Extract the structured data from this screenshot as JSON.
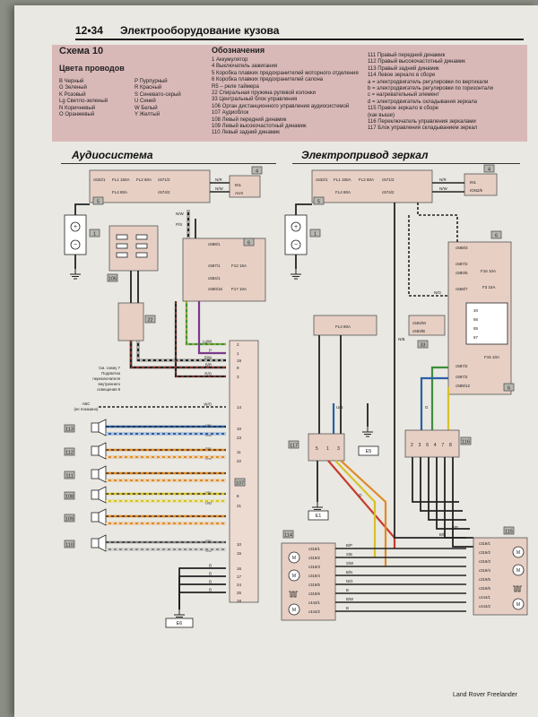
{
  "header": {
    "page_number": "12•34",
    "title": "Электрооборудование кузова"
  },
  "legend": {
    "scheme_title": "Схема 10",
    "wire_colors_title": "Цвета проводов",
    "wire_colors_left": [
      {
        "code": "B",
        "name": "Черный"
      },
      {
        "code": "G",
        "name": "Зеленый"
      },
      {
        "code": "K",
        "name": "Розовый"
      },
      {
        "code": "Lg",
        "name": "Светло-зеленый"
      },
      {
        "code": "N",
        "name": "Коричневый"
      },
      {
        "code": "O",
        "name": "Оранжевый"
      }
    ],
    "wire_colors_right": [
      {
        "code": "P",
        "name": "Пурпурный"
      },
      {
        "code": "R",
        "name": "Красный"
      },
      {
        "code": "S",
        "name": "Синевато-серый"
      },
      {
        "code": "U",
        "name": "Синий"
      },
      {
        "code": "W",
        "name": "Белый"
      },
      {
        "code": "Y",
        "name": "Желтый"
      }
    ],
    "designations_title": "Обозначения",
    "designations_col1": [
      "1    Аккумулятор",
      "4    Выключатель зажигания",
      "5    Коробка плавких предохранителей моторного отделения",
      "6    Коробка плавких предохранителей салона",
      "       R5 – реле таймера",
      "22   Спиральная пружина рулевой колонки",
      "33   Центральный блок управления",
      "106  Орган дистанционного управления аудиосистемой",
      "107  Аудиоблок",
      "108  Левый передний динамик",
      "109  Левый высокочастотный динамик",
      "110  Левый задний динамик"
    ],
    "designations_col2": [
      "111  Правый передний динамик",
      "112  Правый высокочастотный динамик",
      "113  Правый задний динамик",
      "114  Левое зеркало в сборе",
      "       a = электродвигатель регулировки по вертикали",
      "       b = электродвигатель регулировки по горизонтали",
      "       c = нагревательный элемент",
      "       d = электродвигатель складывания зеркала",
      "115  Правое зеркало в сборе",
      "       (как выше)",
      "116  Переключатель управления зеркалами",
      "117  Блок управления складыванием зеркал"
    ]
  },
  "sections": {
    "audio_title": "Аудиосистема",
    "mirror_title": "Электропривод зеркал"
  },
  "diagram_labels": {
    "fuses_audio": [
      "c632/1",
      "FL1 150A",
      "FL2 60A",
      "c571/2",
      "FL4 80A",
      "c574/2"
    ],
    "ign_audio": [
      "IN1",
      "AUX"
    ],
    "audio_wires_top": [
      "N/R",
      "N/W",
      "N/W",
      "P/S"
    ],
    "fusebox_audio": [
      "c588/1",
      "c587/1",
      "F12 15A",
      "c584/1",
      "c580/16",
      "F17 10A"
    ],
    "audio_unit_pins": [
      "2",
      "1",
      "19",
      "9",
      "3",
      "14",
      "10",
      "23",
      "11",
      "22",
      "8",
      "21",
      "10",
      "15",
      "16",
      "17",
      "24",
      "25",
      "18"
    ],
    "audio_unit_wires": [
      "Lg/W",
      "P",
      "B/W",
      "B/R",
      "R/O",
      "W/O",
      "U/K",
      "U/B",
      "O/K",
      "O/B",
      "Y/K",
      "O/B",
      "S/K",
      "S/B",
      "B",
      "B",
      "B",
      "B"
    ],
    "note_scheme7": [
      "См. схему 7",
      "Подсветка",
      "переключателя",
      "внутреннего",
      "освещения 8"
    ],
    "note_abs": [
      "АБС",
      "(не показано)"
    ],
    "ground_audio": "E6",
    "fuses_mirror": [
      "c632/1",
      "FL1 150A",
      "FL2 60A",
      "c571/2",
      "FL4 80A",
      "c574/2"
    ],
    "ign_mirror": [
      "IN1",
      "IGN2/k"
    ],
    "fusebox_mirror": [
      "c588/3",
      "c587/2",
      "c580/5",
      "F16 10A",
      "c558/7",
      "F3 15A",
      "c592/M",
      "c593/B",
      "c587/2",
      "F15 10A",
      "c587/2",
      "c589/12"
    ],
    "relay_pins": [
      "30",
      "86",
      "85",
      "87"
    ],
    "mirror_wires": [
      "N/R",
      "N/W",
      "N/B",
      "N/G",
      "U/B",
      "G",
      "U/B",
      "B/W",
      "O",
      "B/P",
      "B/P"
    ],
    "block117_pins": [
      "5",
      "1",
      "3"
    ],
    "block116_pins": [
      "2",
      "3",
      "6",
      "4",
      "7",
      "8"
    ],
    "grounds_mirror": [
      "E5",
      "E1"
    ],
    "mirror_left_conn": [
      "c319/1",
      "c319/2",
      "c319/3",
      "c319/4",
      "c319/5",
      "c319/6",
      "c444/1",
      "c444/2"
    ],
    "mirror_left_wires": [
      "B/P",
      "S/B",
      "S/W",
      "B/N",
      "N/G",
      "B",
      "B/W",
      "B"
    ],
    "mirror_right_conn": [
      "c319/1",
      "c319/2",
      "c319/3",
      "c319/4",
      "c319/5",
      "c319/6",
      "c444/1",
      "c444/2"
    ],
    "component_numbers": [
      "1",
      "4",
      "5",
      "6",
      "22",
      "106",
      "107",
      "108",
      "109",
      "110",
      "111",
      "112",
      "113",
      "1",
      "4",
      "5",
      "6",
      "33",
      "114",
      "115",
      "116",
      "117"
    ]
  },
  "footer": "Land Rover Freelander",
  "colors": {
    "legend_bg": "#d9b9b8",
    "label_box": "#b8b8b0",
    "module_bg": "#e7cfc4",
    "wire_green": "#3d8f3b",
    "wire_yellow": "#d8c12a",
    "wire_red": "#c83a2a",
    "wire_blue": "#2a5fa8",
    "wire_purple": "#7a3a8a",
    "wire_orange": "#e08a2a"
  }
}
